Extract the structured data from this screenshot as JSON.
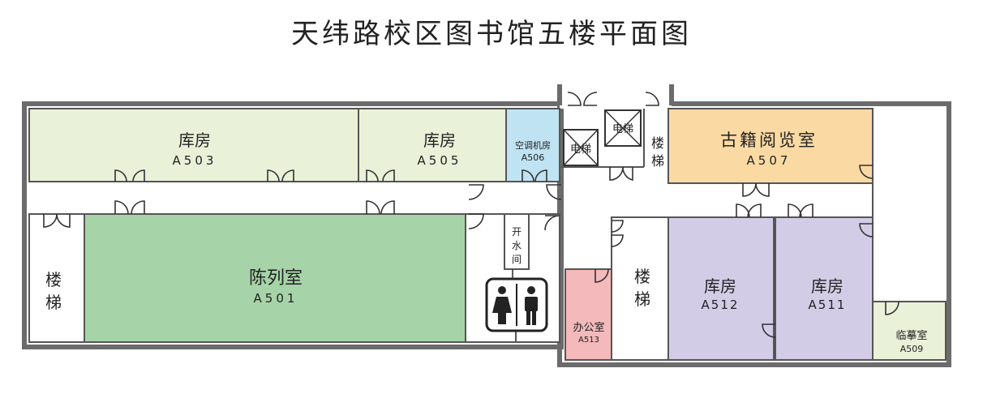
{
  "title": "天纬路校区图书馆五楼平面图",
  "colors": {
    "storage": "#e9f1d8",
    "aircon": "#bfe3f2",
    "ancient": "#fad9a3",
    "exhibit": "#a6d3a8",
    "office": "#f3b9bb",
    "purple": "#d3cce7",
    "copy": "#e9f1d8",
    "wall": "#6b6b6b"
  },
  "rooms": {
    "a503": {
      "name": "库房",
      "code": "A503"
    },
    "a505": {
      "name": "库房",
      "code": "A505"
    },
    "a506": {
      "name": "空调机房",
      "code": "A506"
    },
    "a507": {
      "name": "古籍阅览室",
      "code": "A507"
    },
    "a501": {
      "name": "陈列室",
      "code": "A501"
    },
    "a512": {
      "name": "库房",
      "code": "A512"
    },
    "a511": {
      "name": "库房",
      "code": "A511"
    },
    "a513": {
      "name": "办公室",
      "code": "A513"
    },
    "a509": {
      "name": "临摹室",
      "code": "A509"
    }
  },
  "stairs": {
    "left": [
      "楼",
      "梯"
    ],
    "top": [
      "楼",
      "梯"
    ],
    "center": [
      "楼",
      "梯"
    ]
  },
  "elevators": [
    "电梯",
    "电梯"
  ],
  "water_room": [
    "开",
    "水",
    "间"
  ],
  "restroom": {
    "icon": "restroom-icon"
  }
}
